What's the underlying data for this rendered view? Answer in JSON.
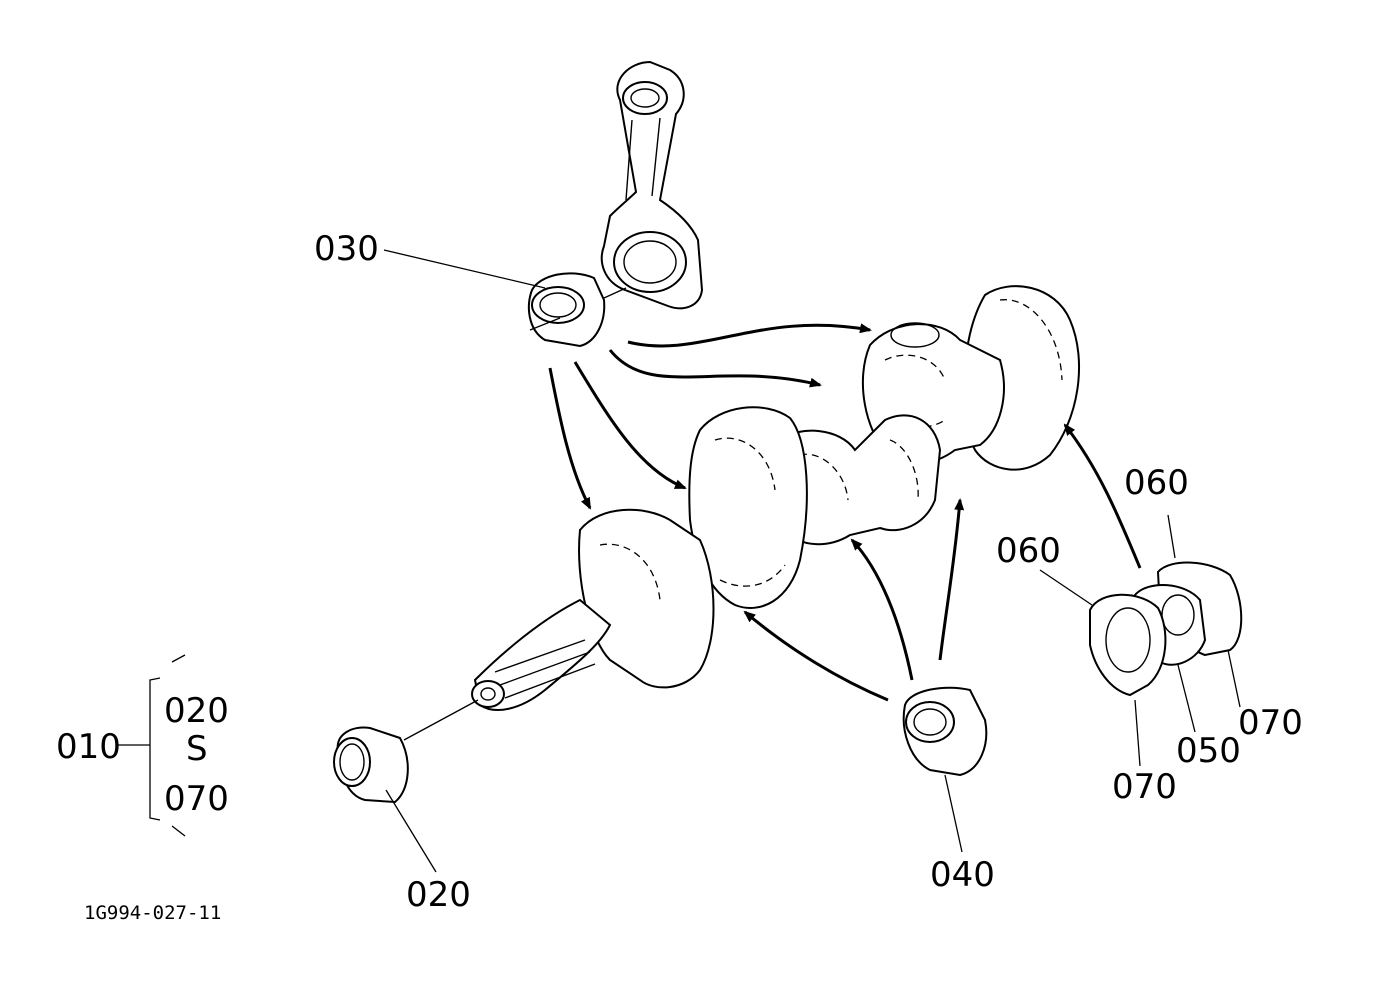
{
  "labels": {
    "assembly": "010",
    "range_start": "020",
    "range_sep": "S",
    "range_end": "070",
    "bearing_front": "020",
    "bearing_rod": "030",
    "bearing_main": "040",
    "thrust_bearing": "050",
    "thrust_washer_a": "060",
    "thrust_washer_b": "060",
    "thrust_washer_c": "070",
    "thrust_washer_d": "070"
  },
  "drawing_ref": "1G994-027-11"
}
